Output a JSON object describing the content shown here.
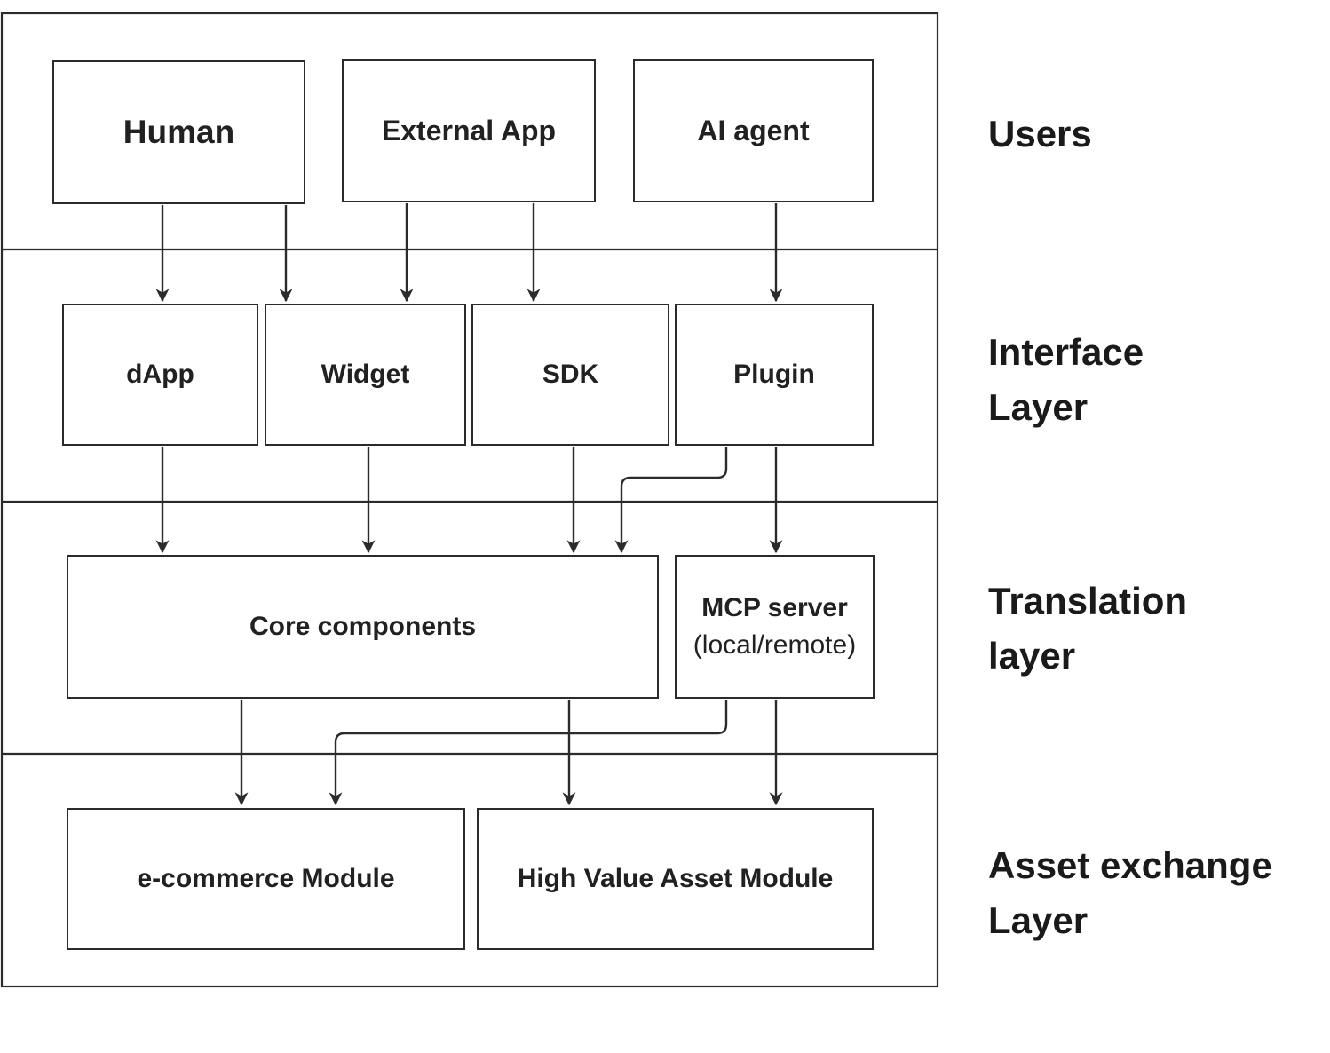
{
  "diagram_type": "layered-architecture",
  "colors": {
    "background": "#ffffff",
    "stroke": "#2b2b2b",
    "node_fill": "#ffffff",
    "text": "#212121",
    "layer_label_text": "#1a1a1a"
  },
  "nodes": {
    "human": {
      "label": "Human"
    },
    "external_app": {
      "label": "External App"
    },
    "ai_agent": {
      "label": "AI agent"
    },
    "dapp": {
      "label": "dApp"
    },
    "widget": {
      "label": "Widget"
    },
    "sdk": {
      "label": "SDK"
    },
    "plugin": {
      "label": "Plugin"
    },
    "core_components": {
      "label": "Core components"
    },
    "mcp_server": {
      "label": "MCP server",
      "sublabel": "(local/remote)"
    },
    "ecommerce_module": {
      "label": "e-commerce Module"
    },
    "high_value_asset_module": {
      "label": "High Value Asset Module"
    }
  },
  "layer_labels": {
    "users": {
      "line1": "Users"
    },
    "interface": {
      "line1": "Interface",
      "line2": "Layer"
    },
    "translation": {
      "line1": "Translation",
      "line2": "layer"
    },
    "asset_exchange": {
      "line1": "Asset exchange",
      "line2": "Layer"
    }
  },
  "layers": [
    {
      "name": "Users",
      "nodes": [
        "Human",
        "External App",
        "AI agent"
      ]
    },
    {
      "name": "Interface Layer",
      "nodes": [
        "dApp",
        "Widget",
        "SDK",
        "Plugin"
      ]
    },
    {
      "name": "Translation layer",
      "nodes": [
        "Core components",
        "MCP server (local/remote)"
      ]
    },
    {
      "name": "Asset exchange Layer",
      "nodes": [
        "e-commerce Module",
        "High Value Asset Module"
      ]
    }
  ],
  "edges": [
    {
      "from": "Human",
      "to": "dApp"
    },
    {
      "from": "Human",
      "to": "Widget"
    },
    {
      "from": "External App",
      "to": "Widget"
    },
    {
      "from": "External App",
      "to": "SDK"
    },
    {
      "from": "AI agent",
      "to": "Plugin"
    },
    {
      "from": "dApp",
      "to": "Core components"
    },
    {
      "from": "Widget",
      "to": "Core components"
    },
    {
      "from": "SDK",
      "to": "Core components"
    },
    {
      "from": "Plugin",
      "to": "Core components"
    },
    {
      "from": "Plugin",
      "to": "MCP server"
    },
    {
      "from": "Core components",
      "to": "e-commerce Module"
    },
    {
      "from": "Core components",
      "to": "High Value Asset Module"
    },
    {
      "from": "MCP server",
      "to": "e-commerce Module"
    },
    {
      "from": "MCP server",
      "to": "High Value Asset Module"
    }
  ]
}
